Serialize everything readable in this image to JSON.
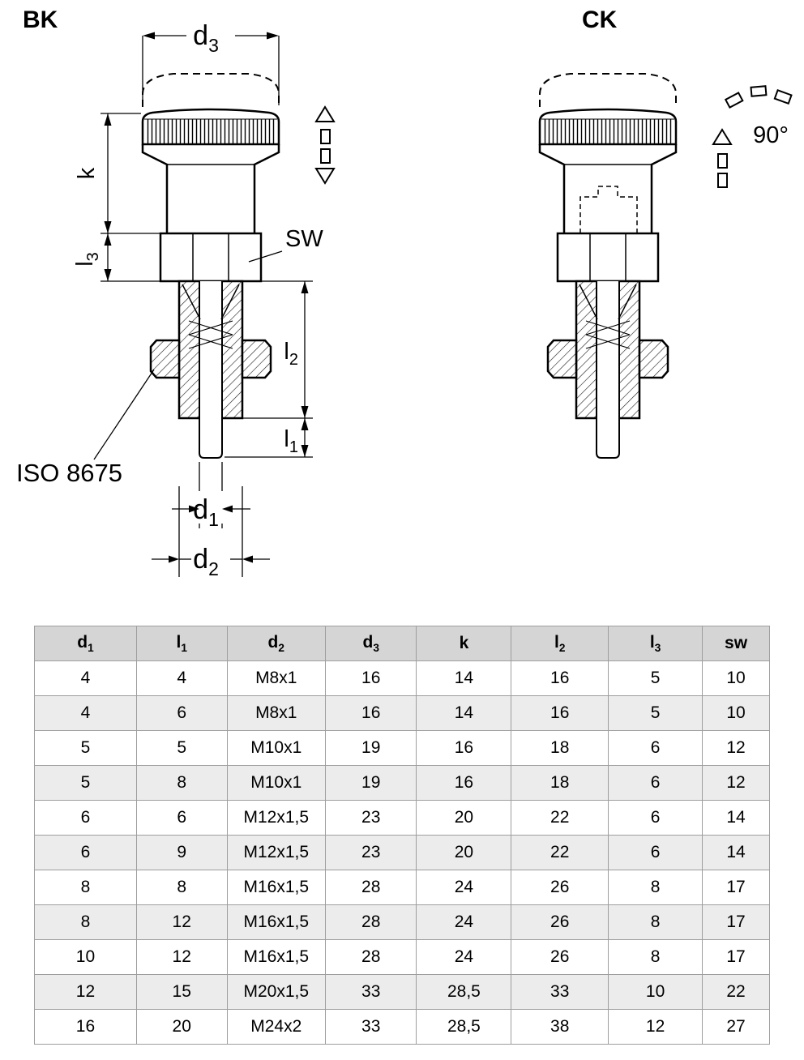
{
  "titles": {
    "bk": "BK",
    "ck": "CK"
  },
  "bk_labels": {
    "d3": {
      "base": "d",
      "sub": "3"
    },
    "k": "k",
    "l3": {
      "base": "l",
      "sub": "3"
    },
    "sw": "SW",
    "l2": {
      "base": "l",
      "sub": "2"
    },
    "l1": {
      "base": "l",
      "sub": "1"
    },
    "iso": "ISO 8675",
    "d1": {
      "base": "d",
      "sub": "1"
    },
    "d2": {
      "base": "d",
      "sub": "2"
    }
  },
  "ck_labels": {
    "angle": "90°"
  },
  "colors": {
    "line": "#000000",
    "table_header_bg": "#d5d5d5",
    "table_row_alt_bg": "#ececec",
    "table_border": "#9e9e9e",
    "background": "#ffffff"
  },
  "table": {
    "headers": [
      {
        "base": "d",
        "sub": "1"
      },
      {
        "base": "l",
        "sub": "1"
      },
      {
        "base": "d",
        "sub": "2"
      },
      {
        "base": "d",
        "sub": "3"
      },
      {
        "base": "k",
        "sub": ""
      },
      {
        "base": "l",
        "sub": "2"
      },
      {
        "base": "l",
        "sub": "3"
      },
      {
        "base": "sw",
        "sub": ""
      }
    ],
    "rows": [
      [
        "4",
        "4",
        "M8x1",
        "16",
        "14",
        "16",
        "5",
        "10"
      ],
      [
        "4",
        "6",
        "M8x1",
        "16",
        "14",
        "16",
        "5",
        "10"
      ],
      [
        "5",
        "5",
        "M10x1",
        "19",
        "16",
        "18",
        "6",
        "12"
      ],
      [
        "5",
        "8",
        "M10x1",
        "19",
        "16",
        "18",
        "6",
        "12"
      ],
      [
        "6",
        "6",
        "M12x1,5",
        "23",
        "20",
        "22",
        "6",
        "14"
      ],
      [
        "6",
        "9",
        "M12x1,5",
        "23",
        "20",
        "22",
        "6",
        "14"
      ],
      [
        "8",
        "8",
        "M16x1,5",
        "28",
        "24",
        "26",
        "8",
        "17"
      ],
      [
        "8",
        "12",
        "M16x1,5",
        "28",
        "24",
        "26",
        "8",
        "17"
      ],
      [
        "10",
        "12",
        "M16x1,5",
        "28",
        "24",
        "26",
        "8",
        "17"
      ],
      [
        "12",
        "15",
        "M20x1,5",
        "33",
        "28,5",
        "33",
        "10",
        "22"
      ],
      [
        "16",
        "20",
        "M24x2",
        "33",
        "28,5",
        "38",
        "12",
        "27"
      ]
    ]
  }
}
